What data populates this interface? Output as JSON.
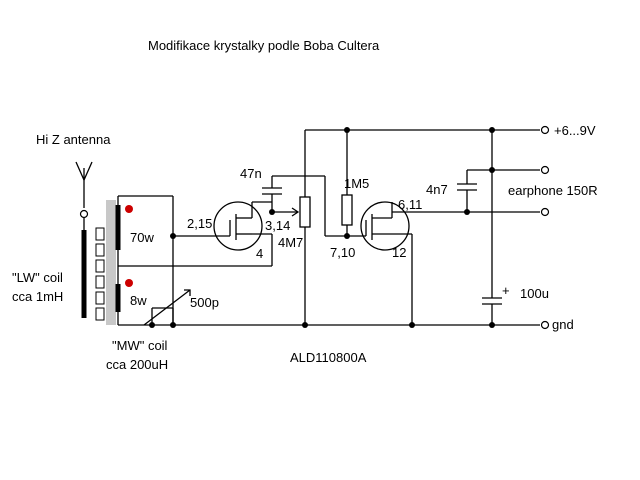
{
  "title": "Modifikace krystalky podle Boba Cultera",
  "antenna_label": "Hi Z antenna",
  "lw_coil": {
    "line1": "\"LW\" coil",
    "line2": "cca 1mH"
  },
  "mw_coil": {
    "line1": "\"MW\" coil",
    "line2": "cca 200uH"
  },
  "winding_upper": "70w",
  "winding_lower": "8w",
  "variable_cap": "500p",
  "cap_coupling": "47n",
  "pot": "4M7",
  "resistor": "1M5",
  "cap_output": "4n7",
  "cap_supply": "100u",
  "cap_supply_polarity": "+",
  "transistor_q1": {
    "pins_left": "2,15",
    "pins_right": "3,14",
    "pin_bottom": "4"
  },
  "transistor_q2": {
    "pins_left": "7,10",
    "pins_right": "6,11",
    "pin_bottom": "12"
  },
  "supply_label": "+6...9V",
  "earphone_label": "earphone 150R",
  "gnd_label": "gnd",
  "ic_label": "ALD110800A",
  "colors": {
    "ink": "#000000",
    "marker": "#cc0000",
    "coil_gray": "#c8c8c8"
  }
}
